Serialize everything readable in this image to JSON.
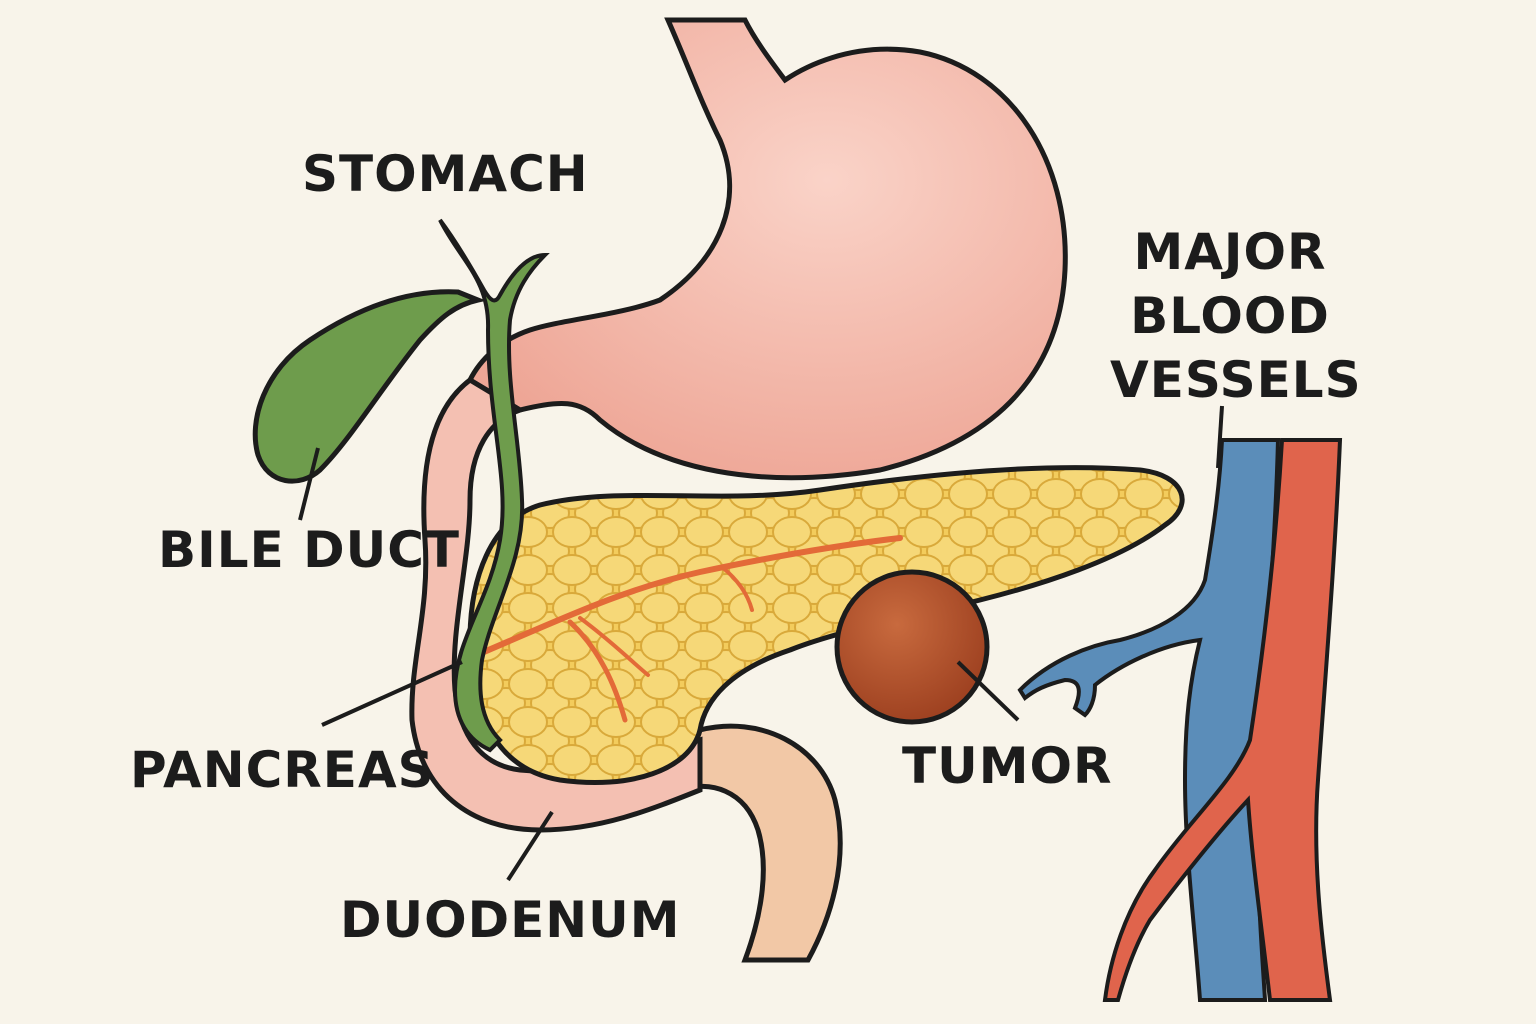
{
  "diagram": {
    "labels": {
      "stomach": "STOMACH",
      "bile_duct": "BILE DUCT",
      "pancreas": "PANCREAS",
      "duodenum": "DUODENUM",
      "tumor": "TUMOR",
      "blood_vessels_line1": "MAJOR",
      "blood_vessels_line2": "BLOOD",
      "blood_vessels_line3": "VESSELS"
    },
    "colors": {
      "background": "#f8f4ea",
      "stomach": "#f4b9ab",
      "bile_duct": "#6e9c4c",
      "pancreas": "#f3cc5c",
      "pancreatic_duct": "#e36a38",
      "duodenum": "#f2c8a6",
      "tumor": "#b5502a",
      "vein": "#5b8db9",
      "artery": "#e0644c",
      "outline": "#1c1c1c"
    }
  }
}
